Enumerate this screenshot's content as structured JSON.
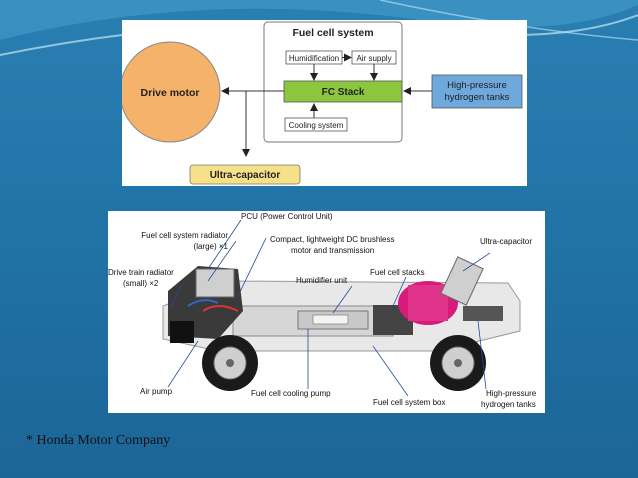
{
  "diagram": {
    "fuel_cell_system": "Fuel cell system",
    "humidification": "Humidification",
    "air_supply": "Air supply",
    "fc_stack": "FC Stack",
    "cooling_system": "Cooling system",
    "drive_motor": "Drive motor",
    "tanks_line1": "High-pressure",
    "tanks_line2": "hydrogen tanks",
    "ultra_capacitor": "Ultra-capacitor"
  },
  "chassis": {
    "pcu": "PCU (Power Control Unit)",
    "radiator_large_1": "Fuel cell system radiator",
    "radiator_large_2": "(large) ×1",
    "motor_1": "Compact, lightweight DC brushless",
    "motor_2": "motor and transmission",
    "ultra_capacitor": "Ultra-capacitor",
    "radiator_small_1": "Drive train radiator",
    "radiator_small_2": "(small) ×2",
    "humidifier": "Humidifier unit",
    "stacks": "Fuel cell stacks",
    "air_pump": "Air pump",
    "cooling_pump": "Fuel cell cooling pump",
    "system_box": "Fuel cell system box",
    "tanks_1": "High-pressure",
    "tanks_2": "hydrogen tanks"
  },
  "footnote": "* Honda Motor Company",
  "colors": {
    "drive_motor": "#f5b26b",
    "fc_stack": "#8cc63f",
    "tanks": "#6fa8dc",
    "ultra_capacitor": "#f7e08a"
  }
}
